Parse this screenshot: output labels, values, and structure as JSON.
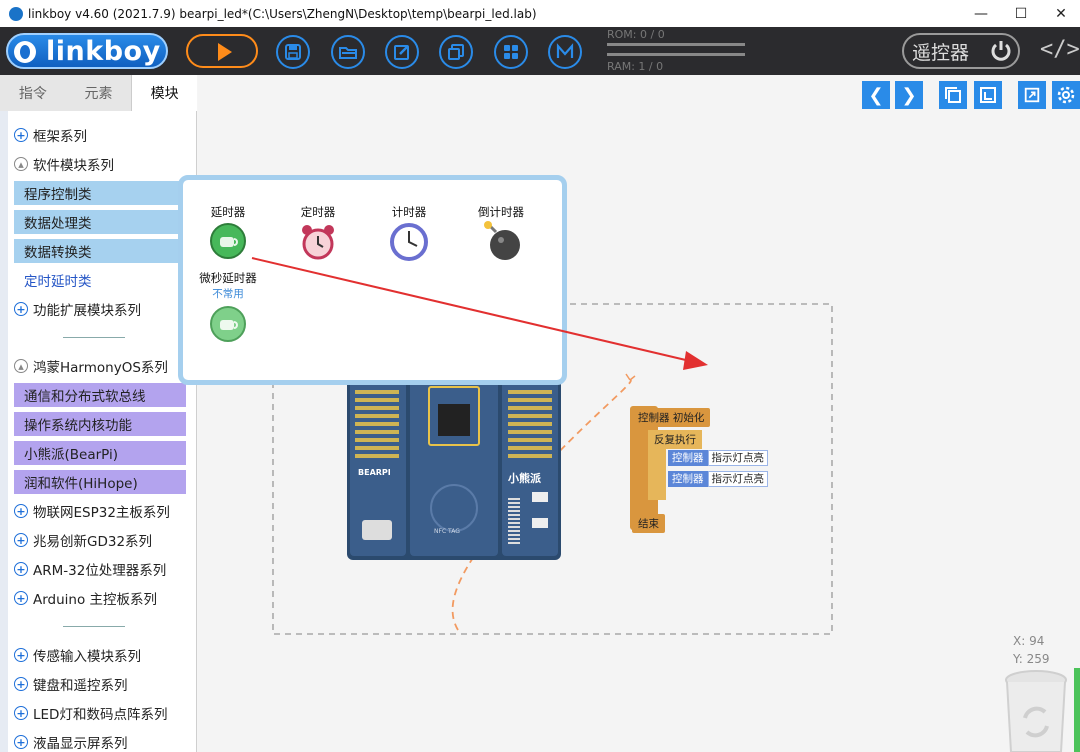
{
  "window": {
    "title": "linkboy v4.60 (2021.7.9) bearpi_led*(C:\\Users\\ZhengN\\Desktop\\temp\\bearpi_led.lab)",
    "minimize": "—",
    "maximize": "☐",
    "close": "✕"
  },
  "toolbar": {
    "logo": "linkboy",
    "rom": "ROM: 0 / 0",
    "ram": "RAM: 1 / 0",
    "remote": "遥控器",
    "code": "</>"
  },
  "tabs": [
    "指令",
    "元素",
    "模块"
  ],
  "tree": {
    "framework": "框架系列",
    "software": "软件模块系列",
    "software_items": [
      "程序控制类",
      "数据处理类",
      "数据转换类",
      "定时延时类"
    ],
    "ext": "功能扩展模块系列",
    "harmony": "鸿蒙HarmonyOS系列",
    "harmony_items": [
      "通信和分布式软总线",
      "操作系统内核功能",
      "小熊派(BearPi)",
      "润和软件(HiHope)"
    ],
    "esp32": "物联网ESP32主板系列",
    "gd32": "兆易创新GD32系列",
    "arm": "ARM-32位处理器系列",
    "arduino": "Arduino 主控板系列",
    "sensor": "传感输入模块系列",
    "keyboard": "键盘和遥控系列",
    "led": "LED灯和数码点阵系列",
    "lcd": "液晶显示屏系列"
  },
  "popup": {
    "items": [
      "延时器",
      "定时器",
      "计时器",
      "倒计时器"
    ],
    "micro": "微秒延时器",
    "micro_tag": "不常用"
  },
  "blocks": {
    "init": "控制器 初始化",
    "loop": "反复执行",
    "ctrl": "控制器",
    "led": "指示灯点亮",
    "end": "结束"
  },
  "board": {
    "brand": "BEARPI",
    "name": "小熊派",
    "nfc": "NFC TAG"
  },
  "readout": {
    "x": "X: 94",
    "y": "Y: 259"
  },
  "colors": {
    "accent": "#2a8be8",
    "run": "#ff8c1a",
    "block": "#d9963e",
    "block_blue": "#5b86d8"
  }
}
